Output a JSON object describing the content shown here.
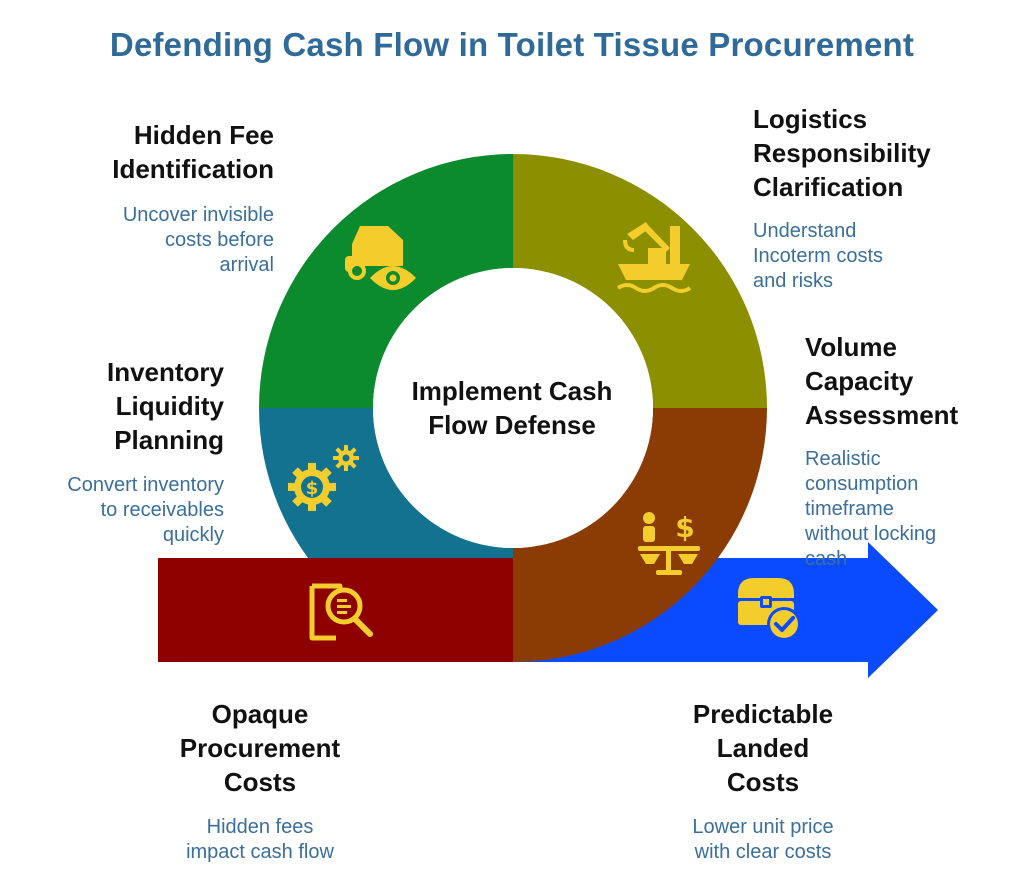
{
  "title": "Defending Cash Flow in Toilet Tissue Procurement",
  "hub": {
    "line1": "Implement Cash",
    "line2": "Flow Defense"
  },
  "colors": {
    "title": "#2f6a99",
    "hidden_fee": "#0b8a2e",
    "logistics": "#8b8f00",
    "inventory": "#137290",
    "volume": "#8b3c05",
    "opaque": "#8e0000",
    "predictable": "#0b4bff",
    "icon": "#f3cd2c"
  },
  "segments": {
    "hidden_fee": {
      "title_lines": [
        "Hidden Fee",
        "Identification"
      ],
      "desc_lines": [
        "Uncover invisible",
        "costs before",
        "arrival"
      ],
      "icon": "truck-eye-icon"
    },
    "logistics": {
      "title_lines": [
        "Logistics",
        "Responsibility",
        "Clarification"
      ],
      "desc_lines": [
        "Understand",
        "Incoterm costs",
        "and risks"
      ],
      "icon": "cargo-ship-crane-icon"
    },
    "inventory": {
      "title_lines": [
        "Inventory",
        "Liquidity",
        "Planning"
      ],
      "desc_lines": [
        "Convert inventory",
        "to receivables",
        "quickly"
      ],
      "icon": "dollar-gears-icon"
    },
    "volume": {
      "title_lines": [
        "Volume",
        "Capacity",
        "Assessment"
      ],
      "desc_lines": [
        "Realistic",
        "consumption",
        "timeframe",
        "without locking",
        "cash"
      ],
      "icon": "balance-dollar-icon"
    }
  },
  "start": {
    "title_lines": [
      "Opaque",
      "Procurement",
      "Costs"
    ],
    "desc_lines": [
      "Hidden fees",
      "impact cash flow"
    ],
    "icon": "document-search-icon"
  },
  "end": {
    "title_lines": [
      "Predictable",
      "Landed",
      "Costs"
    ],
    "desc_lines": [
      "Lower unit price",
      "with clear costs"
    ],
    "icon": "treasure-check-icon"
  }
}
